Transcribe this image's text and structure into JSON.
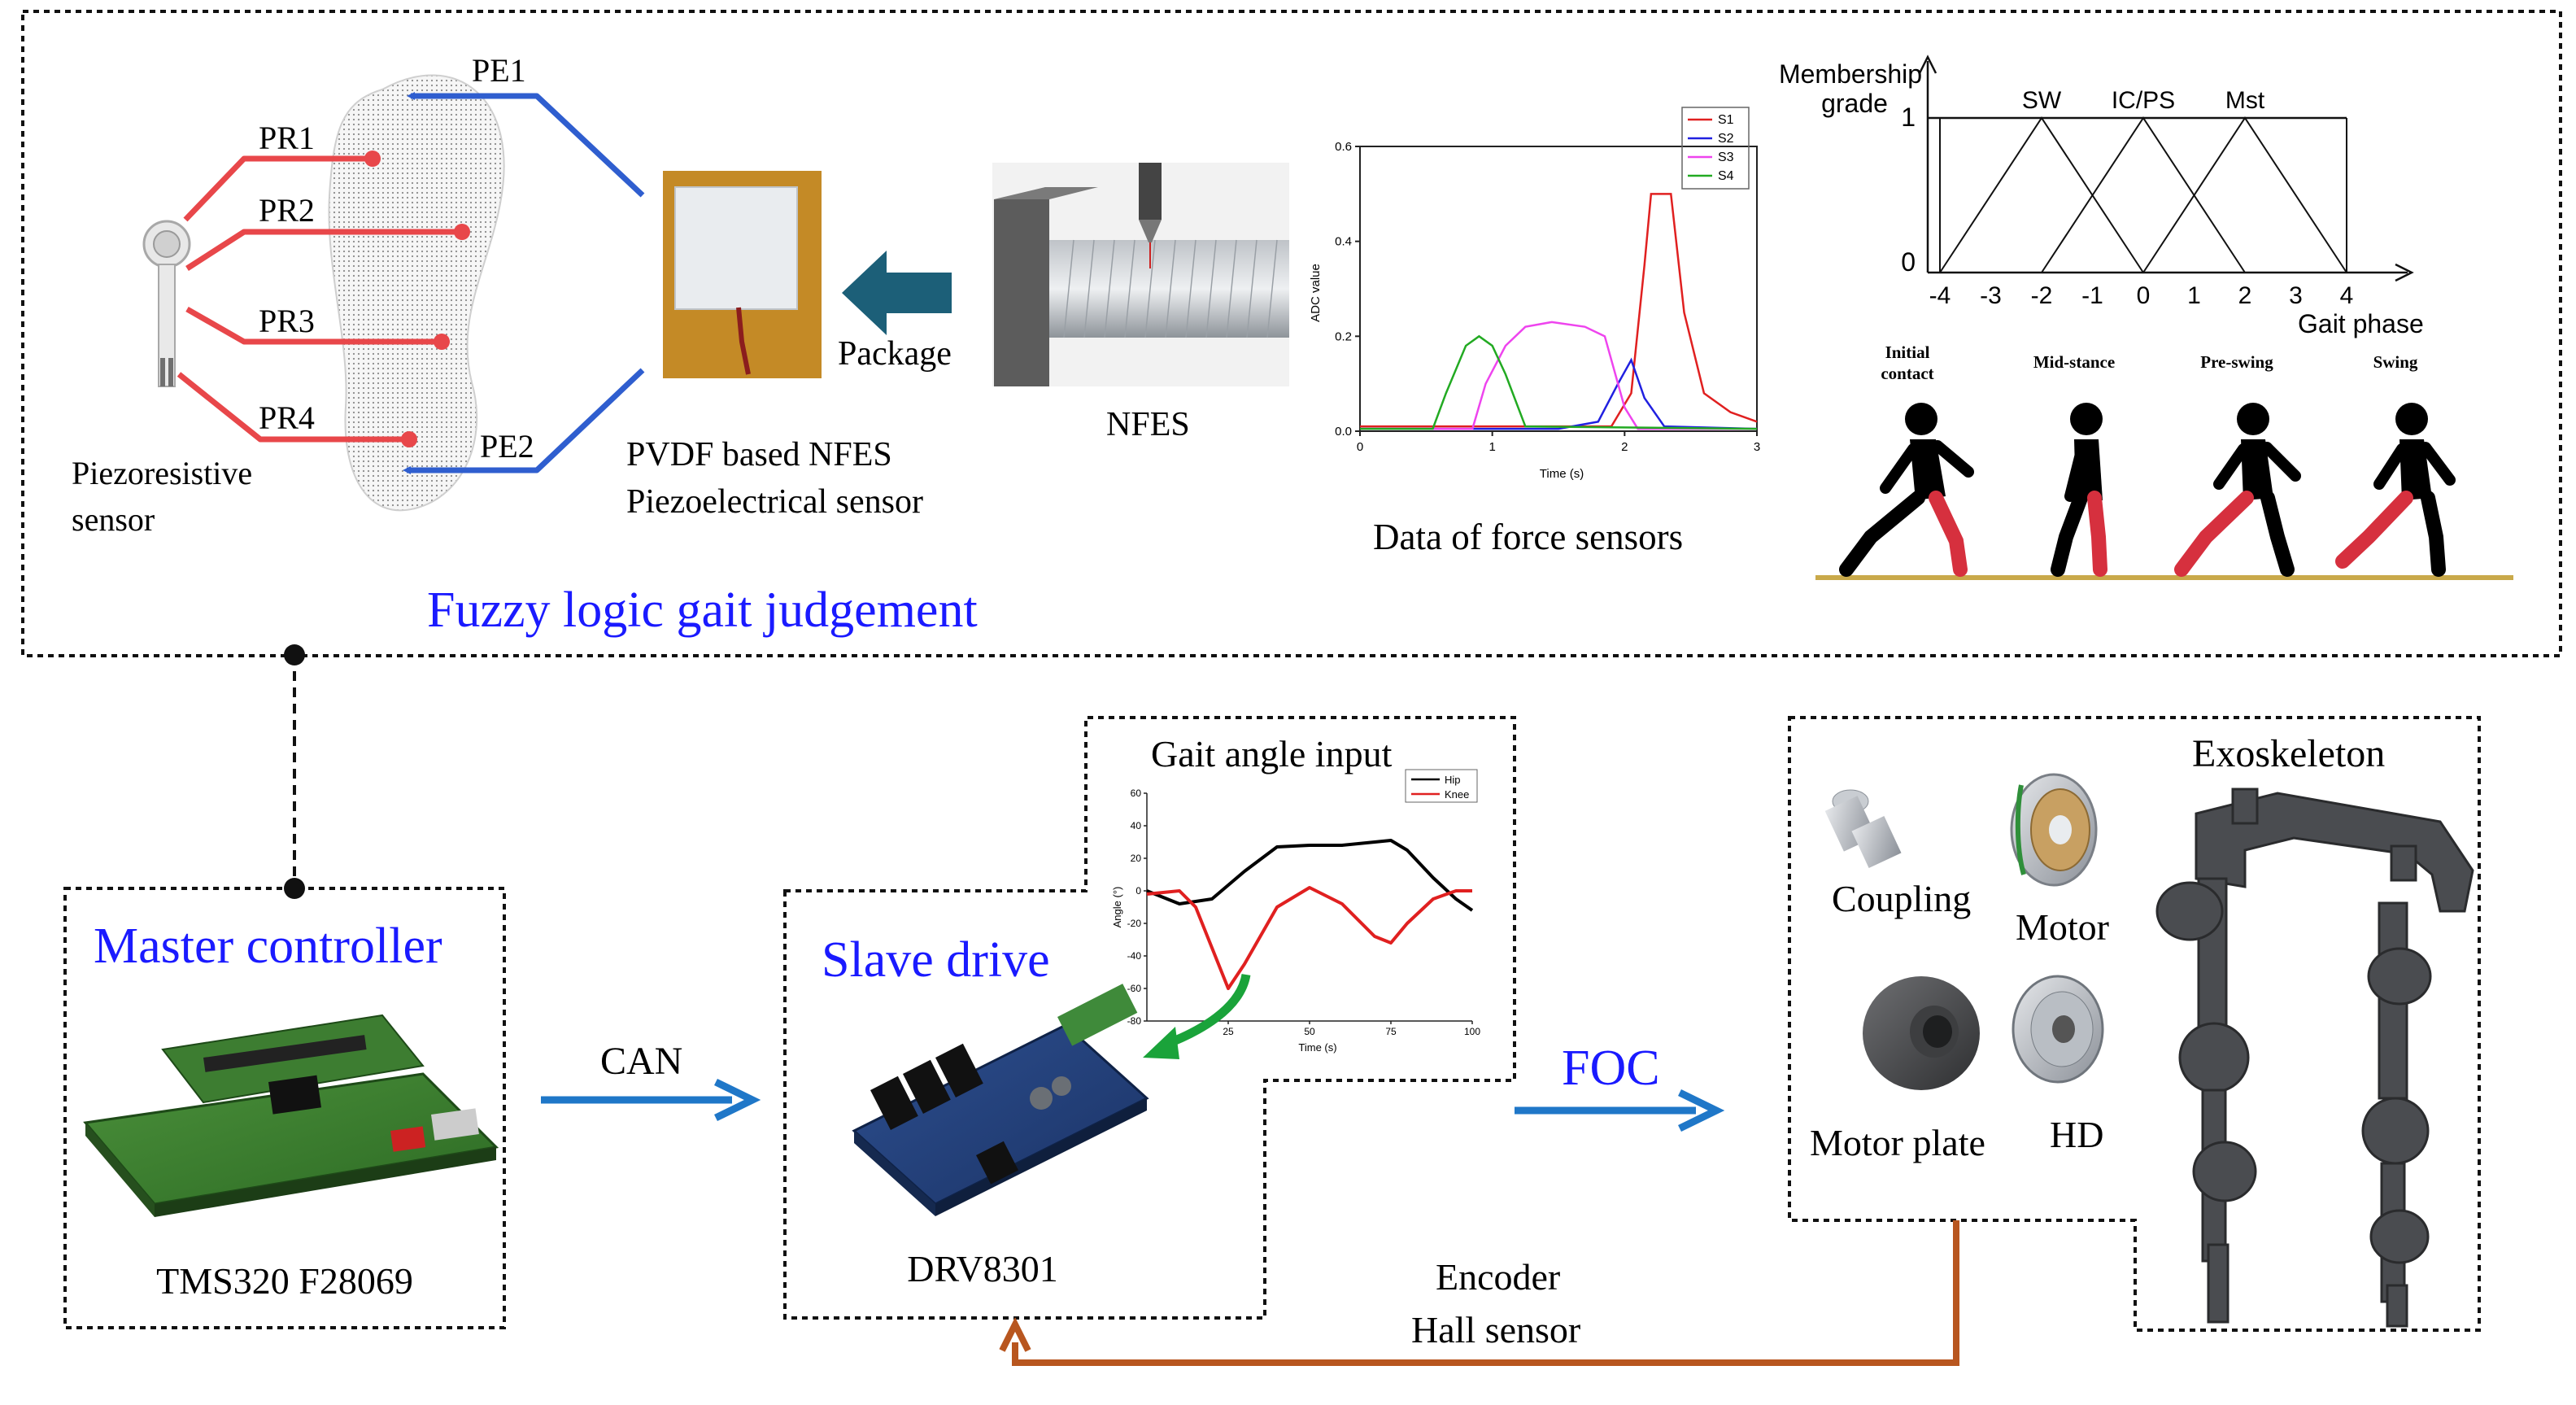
{
  "top_panel": {
    "title": "Fuzzy logic gait judgement",
    "insole": {
      "pe_labels": [
        "PE1",
        "PE2"
      ],
      "pr_labels": [
        "PR1",
        "PR2",
        "PR3",
        "PR4"
      ],
      "sensor_label_1": "Piezoresistive",
      "sensor_label_2": "sensor"
    },
    "pvdf_label_1": "PVDF based NFES",
    "pvdf_label_2": "Piezoelectrical sensor",
    "package_label": "Package",
    "nfes_label": "NFES",
    "force_caption": "Data of force sensors",
    "membership": {
      "ylabel_1": "Membership",
      "ylabel_2": "grade",
      "y_ticks": [
        "1",
        "0"
      ],
      "x_ticks": [
        "-4",
        "-3",
        "-2",
        "-1",
        "0",
        "1",
        "2",
        "3",
        "4"
      ],
      "xlabel": "Gait phase",
      "set_labels": [
        "SW",
        "IC/PS",
        "Mst"
      ]
    },
    "phases": {
      "labels": [
        "Initial contact",
        "Mid-stance",
        "Pre-swing",
        "Swing"
      ]
    }
  },
  "master": {
    "title": "Master controller",
    "board_label": "TMS320 F28069"
  },
  "can_label": "CAN",
  "slave": {
    "title": "Slave drive",
    "board_label": "DRV8301"
  },
  "gait_input_title": "Gait angle input",
  "foc_label": "FOC",
  "feedback": {
    "line1": "Encoder",
    "line2": "Hall sensor"
  },
  "exo": {
    "title": "Exoskeleton",
    "coupling": "Coupling",
    "motor": "Motor",
    "motor_plate": "Motor plate",
    "hd": "HD"
  },
  "colors": {
    "blue_text": "#1a1aff",
    "arrow_blue": "#1f77c8",
    "feedback_orange": "#b8561f",
    "green_arrow": "#1aa33a",
    "red_wire": "#e8474a",
    "blue_wire": "#2f5ecf"
  },
  "chart_data": [
    {
      "type": "line",
      "title": "",
      "xlabel": "Time (s)",
      "ylabel": "ADC value",
      "xlim": [
        0,
        3
      ],
      "ylim": [
        0,
        0.6
      ],
      "x_ticks": [
        "0",
        "1",
        "2",
        "3"
      ],
      "y_ticks": [
        "0.0",
        "0.2",
        "0.4",
        "0.6"
      ],
      "legend": "top-right",
      "series": [
        {
          "name": "S1",
          "color": "#e02020",
          "x": [
            0,
            1.9,
            2.05,
            2.15,
            2.2,
            2.35,
            2.45,
            2.6,
            2.8,
            3.0
          ],
          "y": [
            0.01,
            0.01,
            0.08,
            0.35,
            0.5,
            0.5,
            0.25,
            0.08,
            0.04,
            0.02
          ]
        },
        {
          "name": "S2",
          "color": "#2020e0",
          "x": [
            0,
            1.5,
            1.8,
            1.95,
            2.05,
            2.15,
            2.3,
            3.0
          ],
          "y": [
            0.005,
            0.005,
            0.02,
            0.1,
            0.15,
            0.07,
            0.01,
            0.005
          ]
        },
        {
          "name": "S3",
          "color": "#ee44ee",
          "x": [
            0,
            0.85,
            0.95,
            1.1,
            1.25,
            1.45,
            1.7,
            1.85,
            2.0,
            2.1,
            3.0
          ],
          "y": [
            0.005,
            0.005,
            0.1,
            0.18,
            0.22,
            0.23,
            0.22,
            0.2,
            0.05,
            0.005,
            0.005
          ]
        },
        {
          "name": "S4",
          "color": "#22aa22",
          "x": [
            0,
            0.55,
            0.65,
            0.8,
            0.9,
            1.0,
            1.1,
            1.25,
            3.0
          ],
          "y": [
            0.005,
            0.005,
            0.08,
            0.18,
            0.2,
            0.18,
            0.12,
            0.01,
            0.005
          ]
        }
      ]
    },
    {
      "type": "line",
      "title": "Gait angle input",
      "xlabel": "Time (s)",
      "ylabel": "Angle (°)",
      "xlim": [
        0,
        100
      ],
      "ylim": [
        -80,
        60
      ],
      "x_ticks": [
        "25",
        "50",
        "75",
        "100"
      ],
      "y_ticks": [
        "60",
        "40",
        "20",
        "0",
        "-20",
        "-40",
        "-60",
        "-80"
      ],
      "legend": "top-right",
      "series": [
        {
          "name": "Hip",
          "color": "#000000",
          "x": [
            0,
            10,
            20,
            30,
            40,
            50,
            60,
            70,
            75,
            80,
            88,
            95,
            100
          ],
          "y": [
            0,
            -8,
            -5,
            12,
            27,
            28,
            28,
            30,
            31,
            25,
            8,
            -5,
            -12
          ]
        },
        {
          "name": "Knee",
          "color": "#e02020",
          "x": [
            0,
            10,
            15,
            20,
            25,
            30,
            40,
            50,
            60,
            70,
            75,
            80,
            88,
            95,
            100
          ],
          "y": [
            -2,
            0,
            -10,
            -35,
            -60,
            -45,
            -10,
            2,
            -8,
            -28,
            -32,
            -20,
            -5,
            0,
            0
          ]
        }
      ]
    },
    {
      "type": "line",
      "title": "",
      "xlabel": "Gait phase",
      "ylabel": "Membership grade",
      "xlim": [
        -4,
        4
      ],
      "ylim": [
        0,
        1
      ],
      "series": [
        {
          "name": "SW",
          "x": [
            -4,
            -2,
            0
          ],
          "y": [
            0,
            1,
            0
          ]
        },
        {
          "name": "IC/PS",
          "x": [
            -2,
            0,
            2
          ],
          "y": [
            0,
            1,
            0
          ]
        },
        {
          "name": "Mst",
          "x": [
            0,
            2,
            4
          ],
          "y": [
            0,
            1,
            0
          ]
        }
      ]
    }
  ]
}
